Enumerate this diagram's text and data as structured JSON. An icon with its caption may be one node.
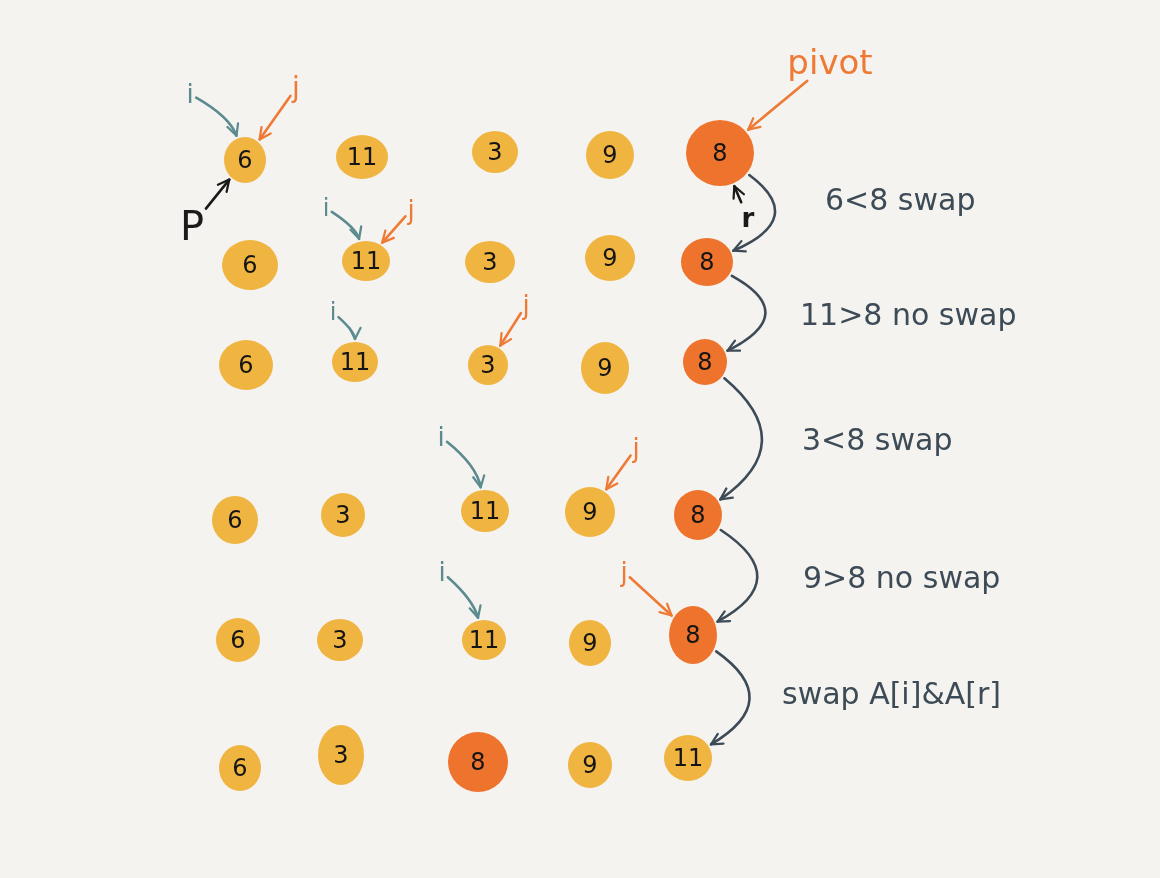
{
  "diagram": {
    "nodes": [
      {
        "text": [
          "6"
        ]
      },
      {
        "text": [
          "11"
        ]
      },
      {
        "text": [
          "3"
        ]
      },
      {
        "text": [
          "9"
        ]
      },
      {
        "text": [
          "8"
        ]
      },
      {
        "text": [
          "6"
        ]
      },
      {
        "text": [
          "11"
        ]
      },
      {
        "text": [
          "3"
        ]
      },
      {
        "text": [
          "9"
        ]
      },
      {
        "text": [
          "8"
        ]
      },
      {
        "text": [
          "6"
        ]
      },
      {
        "text": [
          "11"
        ]
      },
      {
        "text": [
          "3"
        ]
      },
      {
        "text": [
          "9"
        ]
      },
      {
        "text": [
          "8"
        ]
      },
      {
        "text": [
          "6"
        ]
      },
      {
        "text": [
          "3"
        ]
      },
      {
        "text": [
          "11"
        ]
      },
      {
        "text": [
          "9"
        ]
      },
      {
        "text": [
          "8"
        ]
      },
      {
        "text": [
          "6"
        ]
      },
      {
        "text": [
          "3"
        ]
      },
      {
        "text": [
          "11"
        ]
      },
      {
        "text": [
          "9"
        ]
      },
      {
        "text": [
          "8"
        ]
      },
      {
        "text": [
          "6"
        ]
      },
      {
        "text": [
          "3"
        ]
      },
      {
        "text": [
          "8"
        ]
      },
      {
        "text": [
          "9"
        ]
      },
      {
        "text": [
          "11"
        ]
      },
      {
        "text": [
          "i"
        ]
      },
      {
        "text": [
          "j"
        ]
      },
      {
        "text": [
          "pivot"
        ]
      },
      {
        "text": [
          "P"
        ]
      },
      {
        "text": [
          "r"
        ]
      },
      {
        "text": [
          "i"
        ]
      },
      {
        "text": [
          "j"
        ]
      },
      {
        "text": [
          "i"
        ]
      },
      {
        "text": [
          "j"
        ]
      },
      {
        "text": [
          "i"
        ]
      },
      {
        "text": [
          "j"
        ]
      },
      {
        "text": [
          "i"
        ]
      },
      {
        "text": [
          "j"
        ]
      }
    ],
    "edges": [
      {
        "from": 30,
        "to": 0,
        "arrow": "to",
        "color": "#5b8b8f"
      },
      {
        "from": 31,
        "to": 0,
        "arrow": "to",
        "color": "#ee7a35"
      },
      {
        "from": 32,
        "to": 4,
        "arrow": "to",
        "color": "#ee7a35"
      },
      {
        "from": 33,
        "to": 0,
        "arrow": "to",
        "color": "#1a1a1a"
      },
      {
        "from": 34,
        "to": 4,
        "arrow": "to",
        "color": "#1a1a1a"
      },
      {
        "from": 35,
        "to": 6,
        "arrow": "to",
        "color": "#5b8b8f"
      },
      {
        "from": 36,
        "to": 6,
        "arrow": "to",
        "color": "#ee7a35"
      },
      {
        "from": 37,
        "to": 11,
        "arrow": "to",
        "color": "#5b8b8f"
      },
      {
        "from": 38,
        "to": 12,
        "arrow": "to",
        "color": "#ee7a35"
      },
      {
        "from": 39,
        "to": 17,
        "arrow": "to",
        "color": "#5b8b8f"
      },
      {
        "from": 40,
        "to": 18,
        "arrow": "to",
        "color": "#ee7a35"
      },
      {
        "from": 41,
        "to": 22,
        "arrow": "to",
        "color": "#5b8b8f"
      },
      {
        "from": 42,
        "to": 24,
        "arrow": "to",
        "color": "#ee7a35"
      },
      {
        "from": 4,
        "to": 9,
        "arrow": "to",
        "label": "6<8 swap",
        "color": "#3d4b57"
      },
      {
        "from": 9,
        "to": 14,
        "arrow": "to",
        "label": "11>8 no swap",
        "color": "#3d4b57"
      },
      {
        "from": 14,
        "to": 19,
        "arrow": "to",
        "label": "3<8 swap",
        "color": "#3d4b57"
      },
      {
        "from": 19,
        "to": 24,
        "arrow": "to",
        "label": "9>8 no swap",
        "color": "#3d4b57"
      },
      {
        "from": 24,
        "to": 29,
        "arrow": "to",
        "label": "swap A[i]&A[r]",
        "color": "#3d4b57"
      }
    ]
  }
}
